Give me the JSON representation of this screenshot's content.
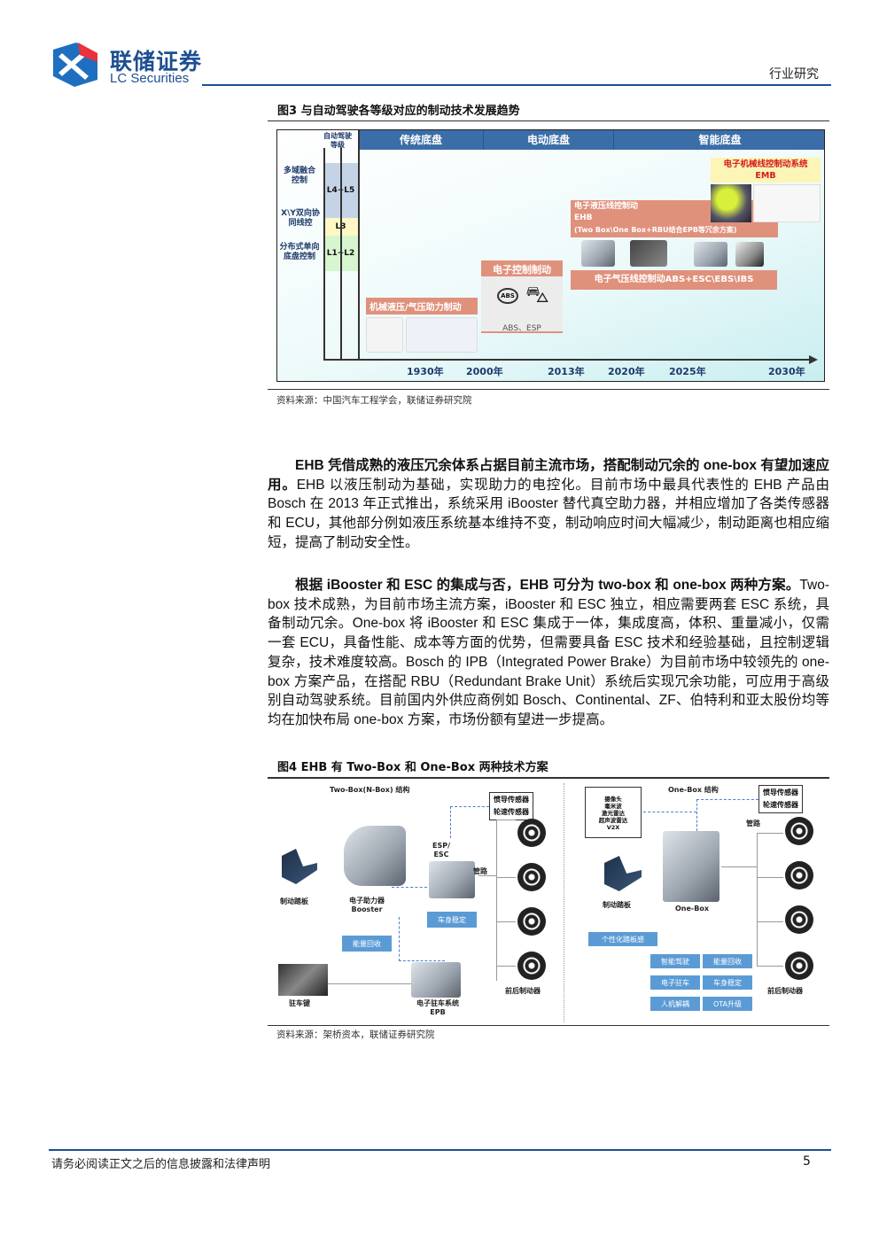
{
  "header": {
    "brand_cn": "联储证券",
    "brand_en": "LC Securities",
    "section": "行业研究",
    "colors": {
      "brand": "#1d4f91",
      "accent": "#e8323c"
    }
  },
  "figure3": {
    "title": "图3  与自动驾驶各等级对应的制动技术发展趋势",
    "axis_label": "自动驾驶等级",
    "columns": [
      "传统底盘",
      "电动底盘",
      "智能底盘"
    ],
    "levels": [
      {
        "name": "多域融合控制",
        "level": "L4~L5"
      },
      {
        "name": "X\\Y双向协同线控",
        "level": "L3"
      },
      {
        "name": "分布式单向底盘控制",
        "level": "L1~L2"
      }
    ],
    "mech": "机械液压/气压助力制动",
    "ecb": "电子控制制动",
    "ecb_sub": "ABS、ESP",
    "abs_icon": "ABS",
    "ehb_line1": "电子液压线控制动",
    "ehb_line2": "EHB",
    "ehb_line3": "(Two Box\\One Box+RBU结合EPB等冗余方案)",
    "pneu": "电子气压线控制动ABS+ESC\\EBS\\IBS",
    "emb_line1": "电子机械线控制动系统",
    "emb_line2": "EMB",
    "years": [
      "1930年",
      "2000年",
      "2013年",
      "2020年",
      "2025年",
      "2030年"
    ],
    "source": "资料来源：中国汽车工程学会，联储证券研究院"
  },
  "para1": {
    "lead": "EHB 凭借成熟的液压冗余体系占据目前主流市场，搭配制动冗余的 one-box 有望加速应用。",
    "body": "EHB 以液压制动为基础，实现助力的电控化。目前市场中最具代表性的 EHB 产品由 Bosch 在 2013 年正式推出，系统采用 iBooster 替代真空助力器，并相应增加了各类传感器和 ECU，其他部分例如液压系统基本维持不变，制动响应时间大幅减少，制动距离也相应缩短，提高了制动安全性。"
  },
  "para2": {
    "lead": "根据 iBooster 和 ESC 的集成与否，EHB 可分为 two-box 和 one-box 两种方案。",
    "body": "Two-box 技术成熟，为目前市场主流方案，iBooster 和 ESC 独立，相应需要两套 ESC 系统，具备制动冗余。One-box 将 iBooster 和 ESC 集成于一体，集成度高，体积、重量减小，仅需一套 ECU，具备性能、成本等方面的优势，但需要具备 ESC 技术和经验基础，且控制逻辑复杂，技术难度较高。Bosch 的 IPB（Integrated Power Brake）为目前市场中较领先的 one-box 方案产品，在搭配 RBU（Redundant Brake Unit）系统后实现冗余功能，可应用于高级别自动驾驶系统。目前国内外供应商例如 Bosch、Continental、ZF、伯特利和亚太股份均等均在加快布局 one-box 方案，市场份额有望进一步提高。"
  },
  "figure4": {
    "title": "图4  EHB 有 Two-Box 和 One-Box 两种技术方案",
    "two_box": {
      "title": "Two-Box(N-Box) 结构",
      "sensor1": "惯导传感器",
      "sensor2": "轮速传感器",
      "esp1": "ESP/",
      "esp2": "ESC",
      "pipe": "管路",
      "pedal": "制动踏板",
      "booster1": "电子助力器",
      "booster2": "Booster",
      "stability": "车身稳定",
      "regen": "能量回收",
      "park_key": "驻车键",
      "epb1": "电子驻车系统",
      "epb2": "EPB",
      "brakes": "前后制动器"
    },
    "one_box": {
      "title": "One-Box 结构",
      "perception": [
        "摄像头",
        "毫米波",
        "激光雷达",
        "超声波雷达",
        "V2X"
      ],
      "sensor1": "惯导传感器",
      "sensor2": "轮速传感器",
      "pipe": "管路",
      "pedal": "制动踏板",
      "unit": "One-Box",
      "pedal_feel": "个性化踏板感",
      "functions": [
        "智能驾驶",
        "能量回收",
        "电子驻车",
        "车身稳定",
        "人机解耦",
        "OTA升级"
      ],
      "brakes": "前后制动器"
    },
    "source": "资料来源：架桥资本，联储证券研究院"
  },
  "footer": {
    "disclaimer": "请务必阅读正文之后的信息披露和法律声明",
    "page": "5"
  }
}
